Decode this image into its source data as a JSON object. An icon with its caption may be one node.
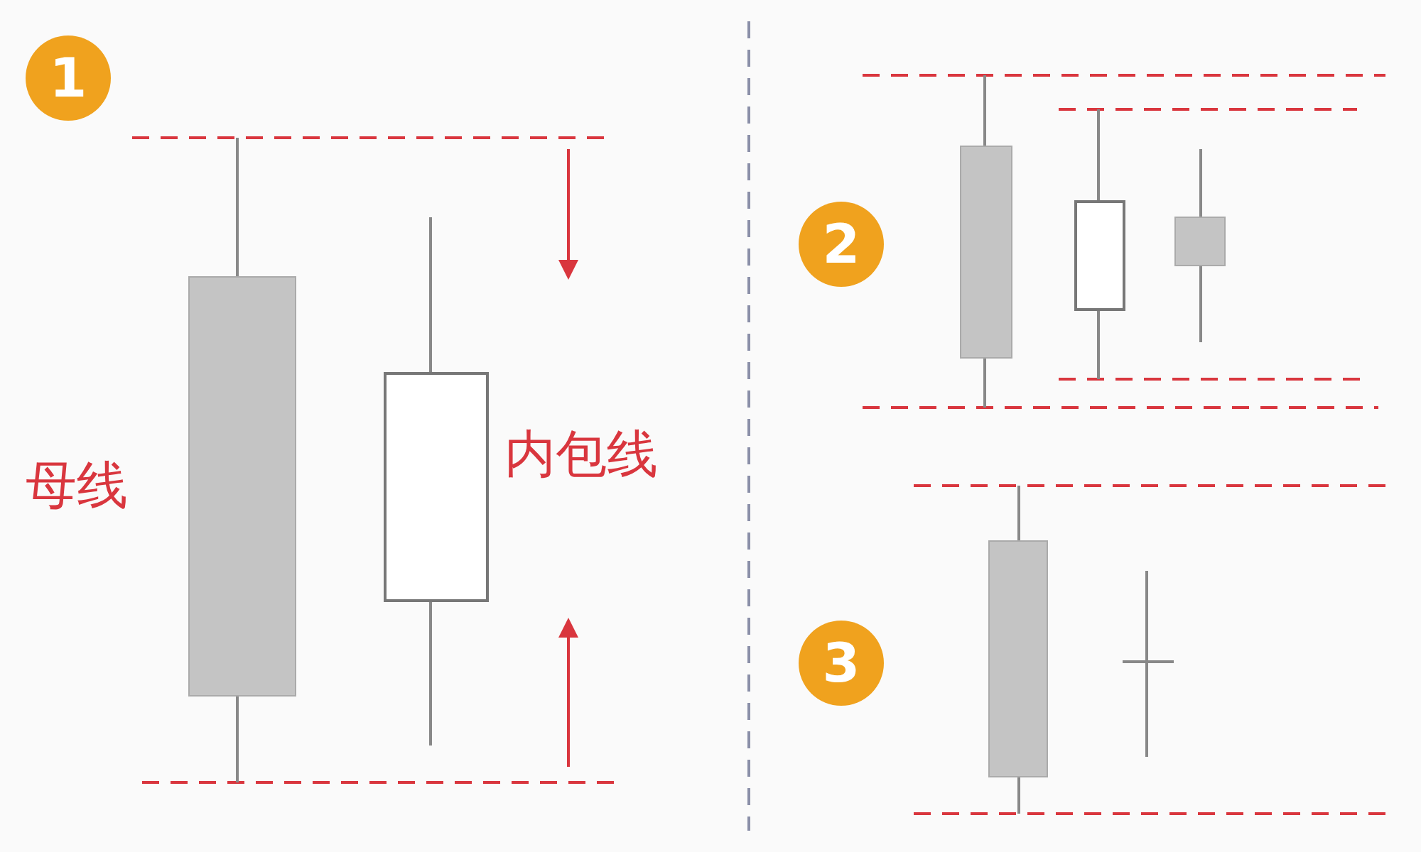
{
  "diagram": {
    "labels": [
      "1",
      "内包线",
      "母线",
      "2",
      "3"
    ]
  }
}
